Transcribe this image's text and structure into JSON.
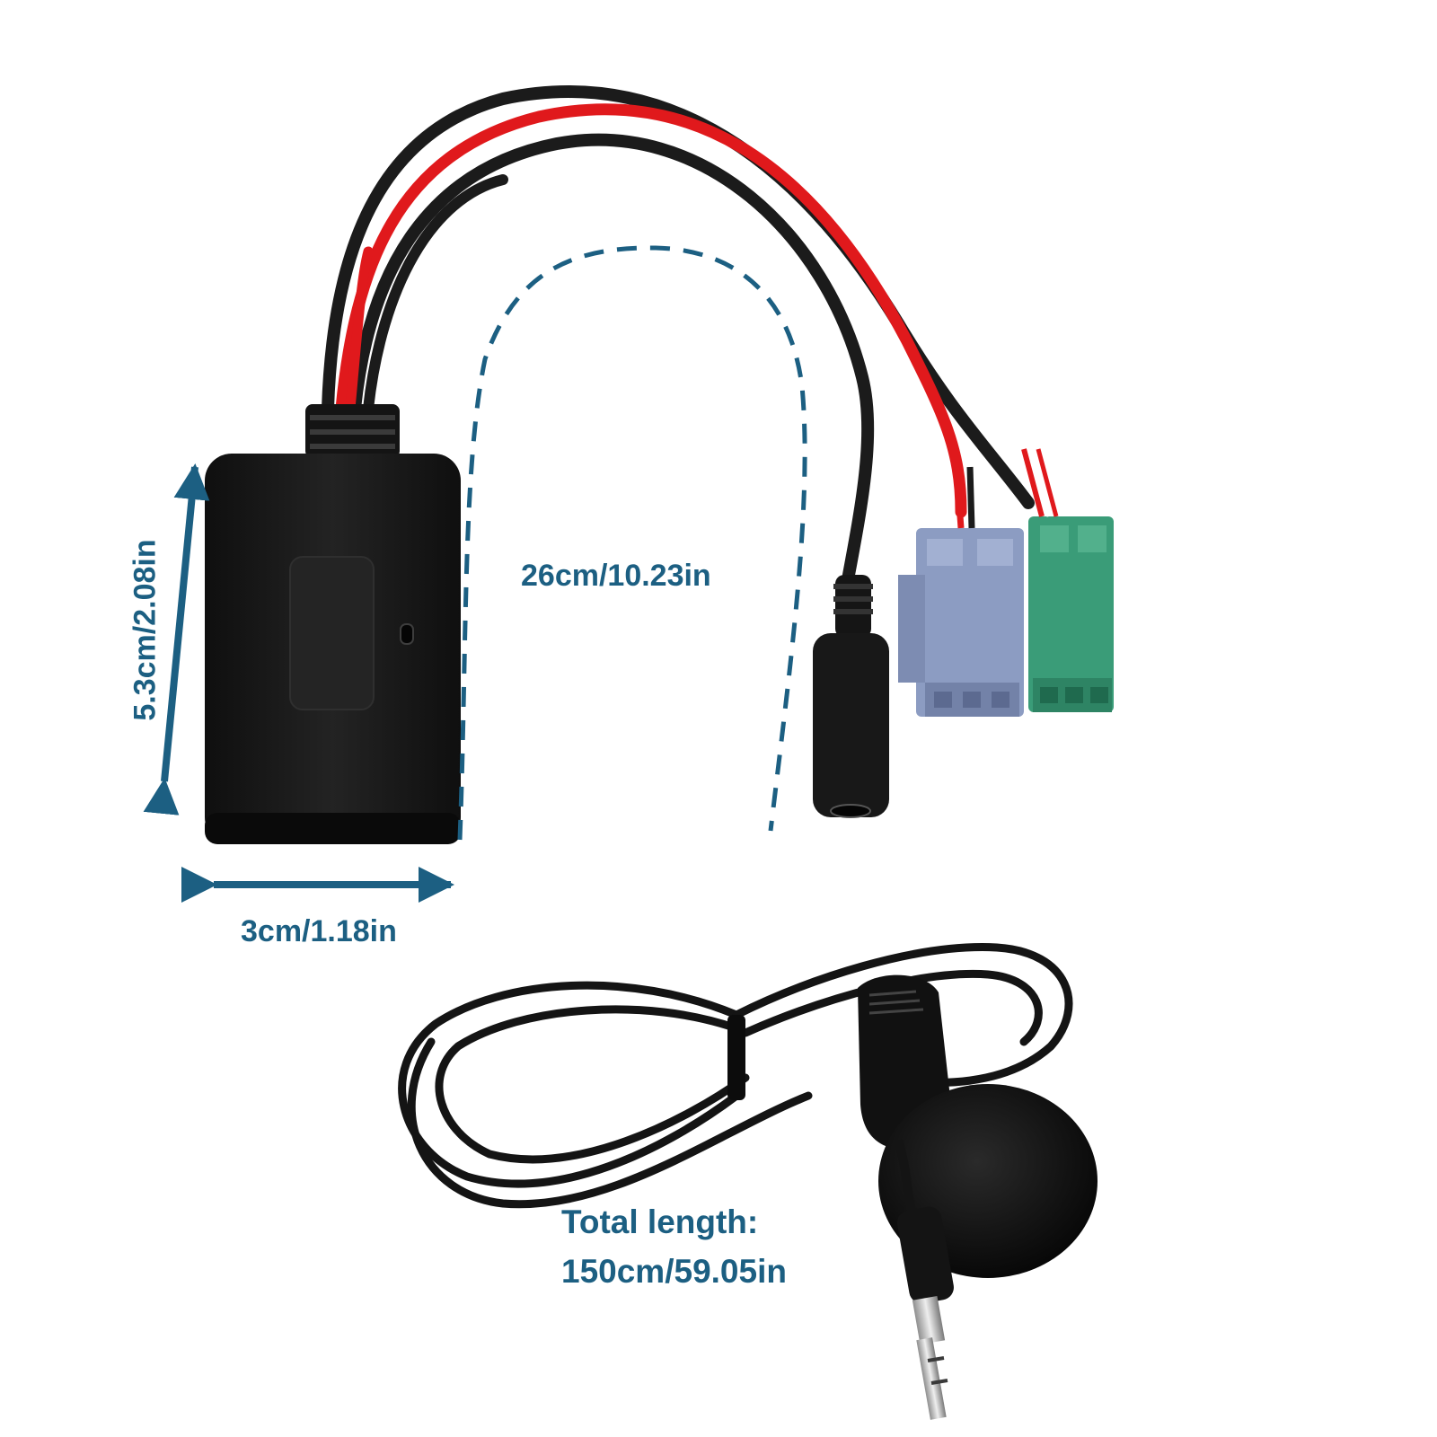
{
  "labels": {
    "height": "5.3cm/2.08in",
    "width": "3cm/1.18in",
    "cable": "26cm/10.23in",
    "total_line1": "Total length:",
    "total_line2": "150cm/59.05in"
  },
  "colors": {
    "dimension_blue": "#1c5f82",
    "cable_black": "#1b1b1b",
    "cable_red": "#e0191c",
    "module_black": "#151515",
    "connector_blue": "#8c9cc2",
    "connector_green": "#3a9c78",
    "background": "#ffffff"
  },
  "icons": {
    "module": "bluetooth-module-icon",
    "microphone": "microphone-icon",
    "jack": "audio-jack-icon"
  }
}
